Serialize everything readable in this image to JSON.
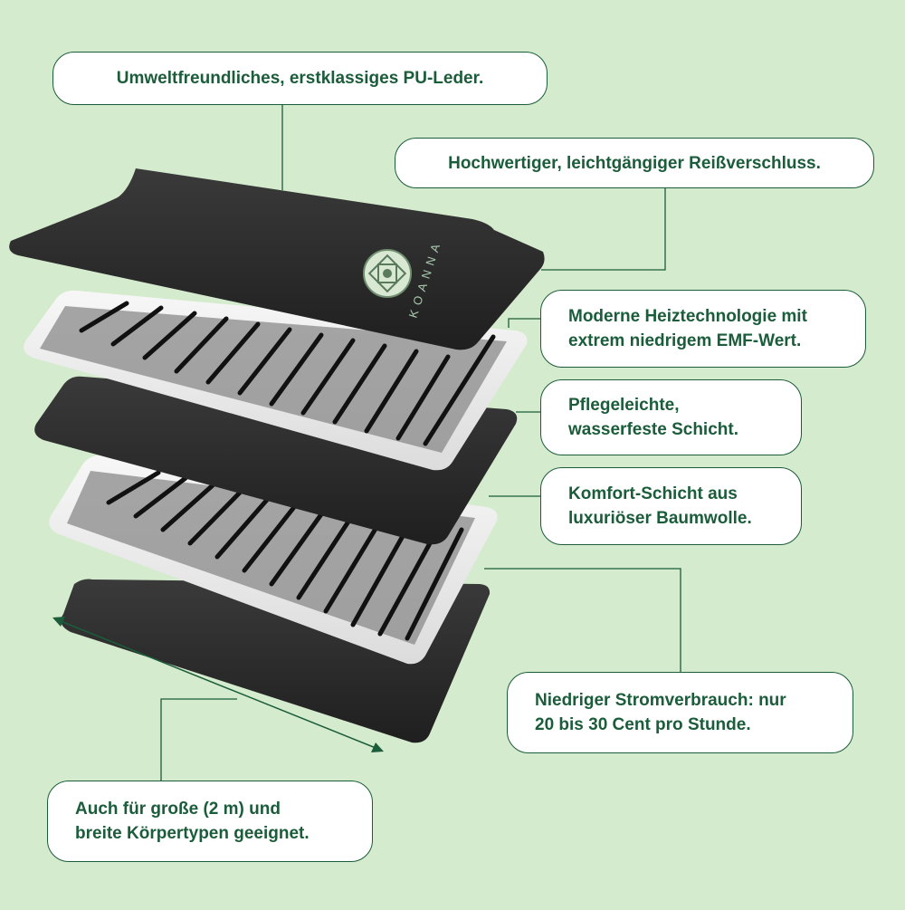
{
  "brand": {
    "name": "KOANNA"
  },
  "callouts": [
    {
      "id": "pu-leather",
      "lines": [
        "Umweltfreundliches, erstklassiges PU-Leder."
      ]
    },
    {
      "id": "zipper",
      "lines": [
        "Hochwertiger, leichtgängiger Reißverschluss."
      ]
    },
    {
      "id": "heating",
      "lines": [
        "Moderne Heiztechnologie mit",
        "extrem niedrigem EMF-Wert."
      ]
    },
    {
      "id": "waterproof",
      "lines": [
        "Pflegeleichte,",
        "wasserfeste Schicht."
      ]
    },
    {
      "id": "cotton",
      "lines": [
        "Komfort-Schicht aus",
        "luxuriöser Baumwolle."
      ]
    },
    {
      "id": "power",
      "lines": [
        "Niedriger Stromverbrauch: nur",
        "20 bis 30 Cent pro Stunde."
      ]
    },
    {
      "id": "size",
      "lines": [
        "Auch für große (2 m) und",
        "breite Körpertypen geeignet."
      ]
    }
  ],
  "colors": {
    "background": "#d4ebcd",
    "accent": "#1b5c3a",
    "layer_dark": "#2b2b2b",
    "layer_white": "#efefef",
    "coil": "#111111"
  }
}
